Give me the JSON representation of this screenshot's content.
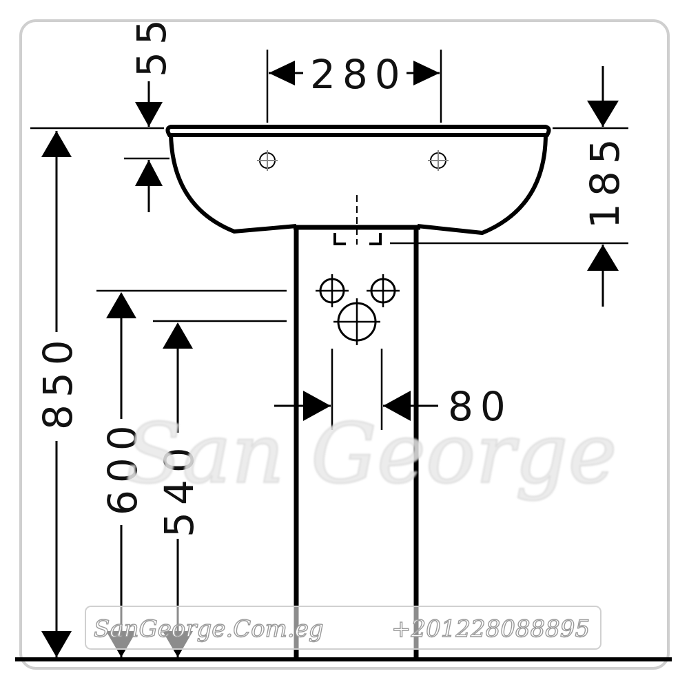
{
  "dimensions": {
    "top_offset": "55",
    "tap_spacing": "280",
    "basin_height": "185",
    "overall_height": "850",
    "upper_pipe_height": "600",
    "lower_pipe_height": "540",
    "outlet_spacing": "80"
  },
  "watermark": {
    "brand": "San George",
    "website": "SanGeorge.Com.eg",
    "phone": "+201228088895"
  },
  "colors": {
    "line": "#000000",
    "frame": "#cccccc",
    "watermark": "#e9e9e9"
  }
}
